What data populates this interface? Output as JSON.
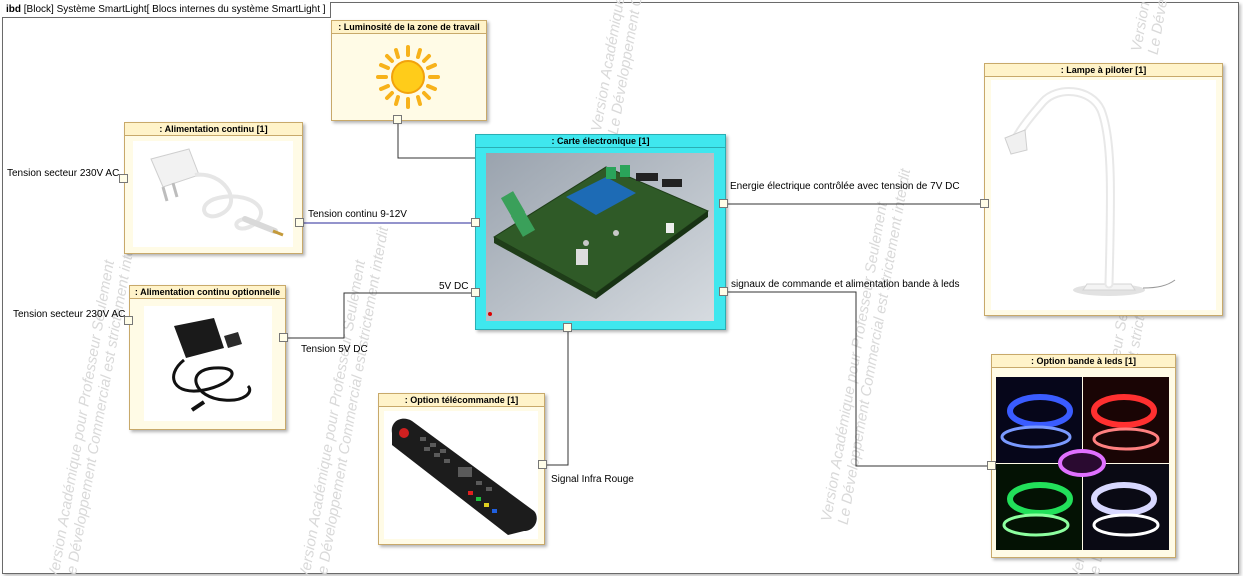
{
  "diagram": {
    "frame_keyword": "ibd",
    "frame_title": "[Block] Système SmartLight[ Blocs internes du système SmartLight ]",
    "watermark_line1": "Version Académique pour Professeur Seulement",
    "watermark_line2": "Le Développement Commercial est strictement interdit",
    "blocks": {
      "luminosite": "Luminosité de la zone de travail",
      "alimentation": ": Alimentation continu [1]",
      "alim_opt": ": Alimentation continu optionnelle",
      "carte": ": Carte électronique [1]",
      "lampe": ": Lampe à piloter [1]",
      "bande": ": Option bande à leds [1]",
      "telecommande": ": Option télécommande [1]"
    },
    "labels": {
      "tension_secteur_1": "Tension secteur 230V AC",
      "tension_secteur_2": "Tension secteur 230V AC",
      "tension_continu": "Tension continu 9-12V",
      "cinq_v_dc": "5V DC",
      "tension_5v": "Tension 5V DC",
      "energie": "Energie électrique contrôlée avec tension de 7V DC",
      "signaux": "signaux de commande et alimentation bande à leds",
      "signal_ir": "Signal Infra Rouge"
    },
    "colors": {
      "block_fill": "#fffbe6",
      "block_border": "#c8a96a",
      "carte_fill": "#3fe7ee",
      "wire_blue": "#2a2a9a",
      "wire": "#333333"
    }
  }
}
